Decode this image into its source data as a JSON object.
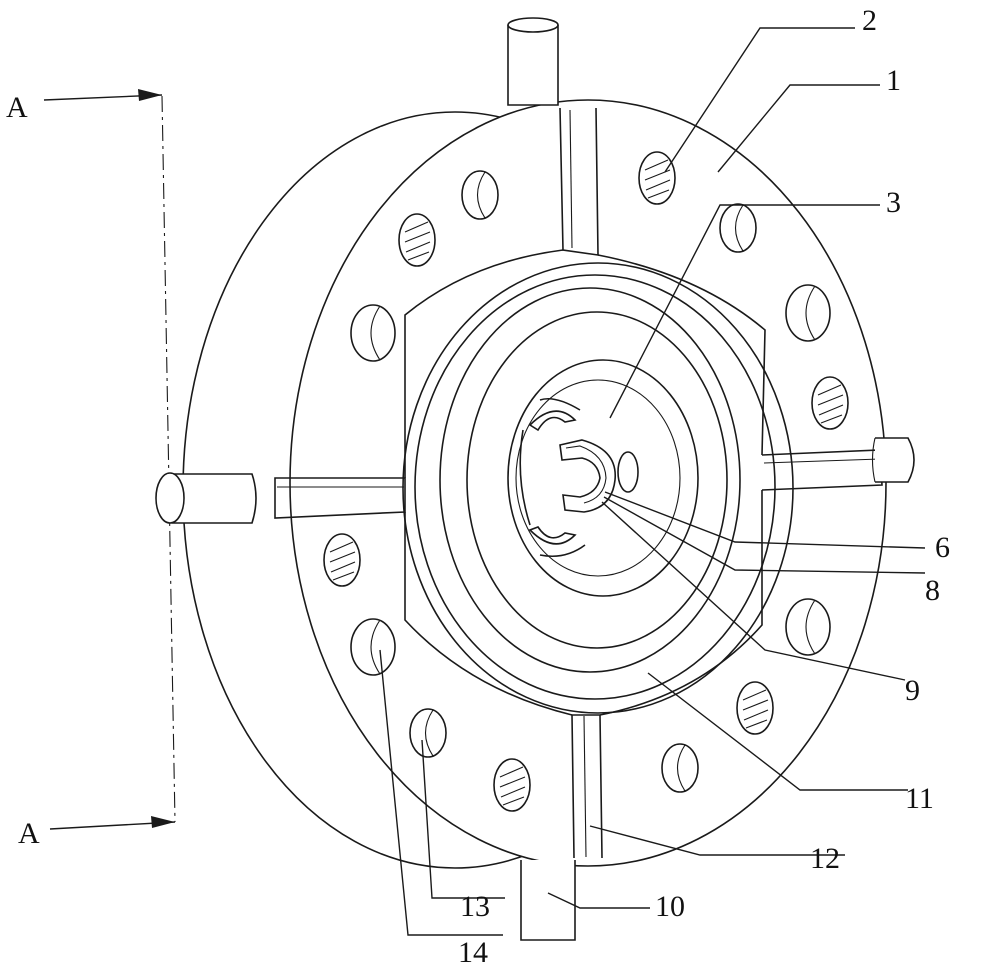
{
  "section_marker": "A",
  "part_labels": {
    "p1": "1",
    "p2": "2",
    "p3": "3",
    "p6": "6",
    "p8": "8",
    "p9": "9",
    "p10": "10",
    "p11": "11",
    "p12": "12",
    "p13": "13",
    "p14": "14"
  }
}
